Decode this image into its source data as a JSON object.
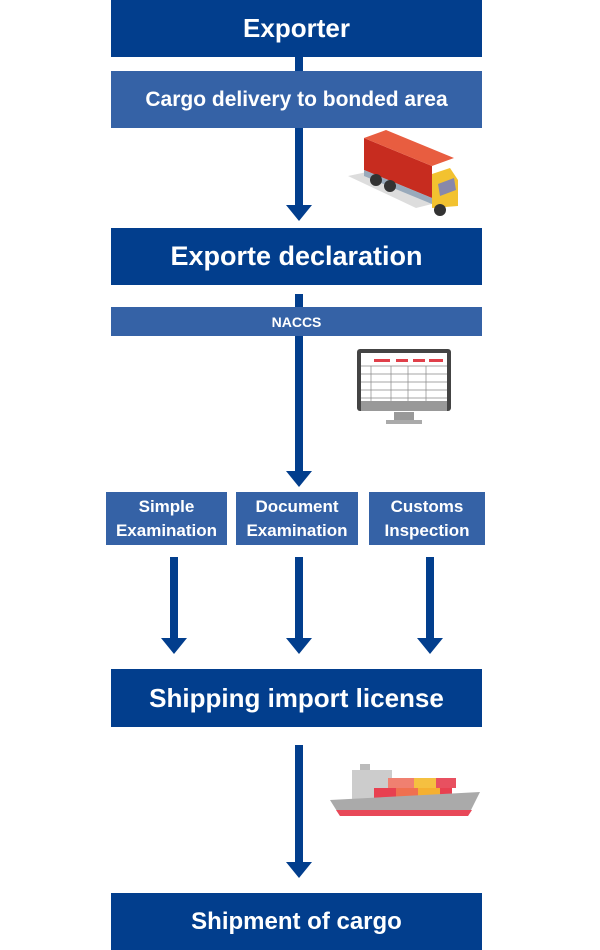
{
  "steps": {
    "exporter": "Exporter",
    "cargo_delivery": "Cargo delivery to bonded area",
    "declaration": "Exporte declaration",
    "naccs": "NACCS",
    "examinations": [
      {
        "line1": "Simple",
        "line2": "Examination"
      },
      {
        "line1": "Document",
        "line2": "Examination"
      },
      {
        "line1": "Customs",
        "line2": "Inspection"
      }
    ],
    "license": "Shipping import license",
    "shipment": "Shipment of cargo"
  },
  "icons": [
    "truck-icon",
    "computer-monitor-icon",
    "cargo-ship-icon"
  ],
  "colors": {
    "primary": "#023e8d",
    "secondary": "#3562a6"
  }
}
